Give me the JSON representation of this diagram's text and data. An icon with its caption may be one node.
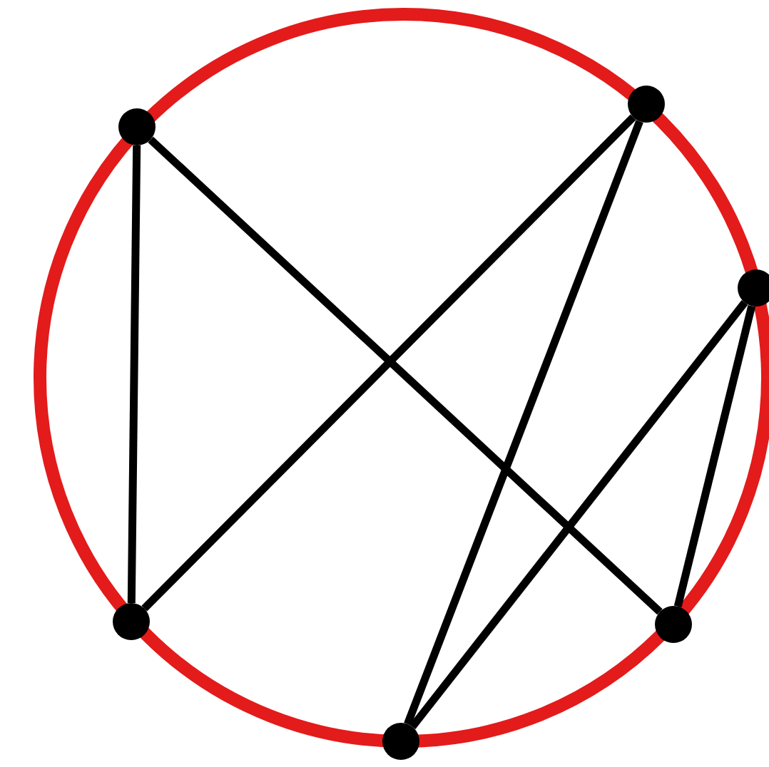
{
  "diagram": {
    "nodes": [
      {
        "text": [],
        "shape": "circle"
      },
      {
        "text": [],
        "shape": "circle"
      },
      {
        "text": [],
        "shape": "circle"
      },
      {
        "text": [],
        "shape": "circle"
      },
      {
        "text": [],
        "shape": "circle"
      },
      {
        "text": [],
        "shape": "circle"
      }
    ],
    "edges": [
      {
        "from": 1,
        "to": 0,
        "arrow": "none"
      },
      {
        "from": 1,
        "to": 4,
        "arrow": "none"
      },
      {
        "from": 3,
        "to": 0,
        "arrow": "none"
      },
      {
        "from": 3,
        "to": 2,
        "arrow": "none"
      },
      {
        "from": 5,
        "to": 2,
        "arrow": "none"
      },
      {
        "from": 5,
        "to": 4,
        "arrow": "none"
      }
    ]
  }
}
